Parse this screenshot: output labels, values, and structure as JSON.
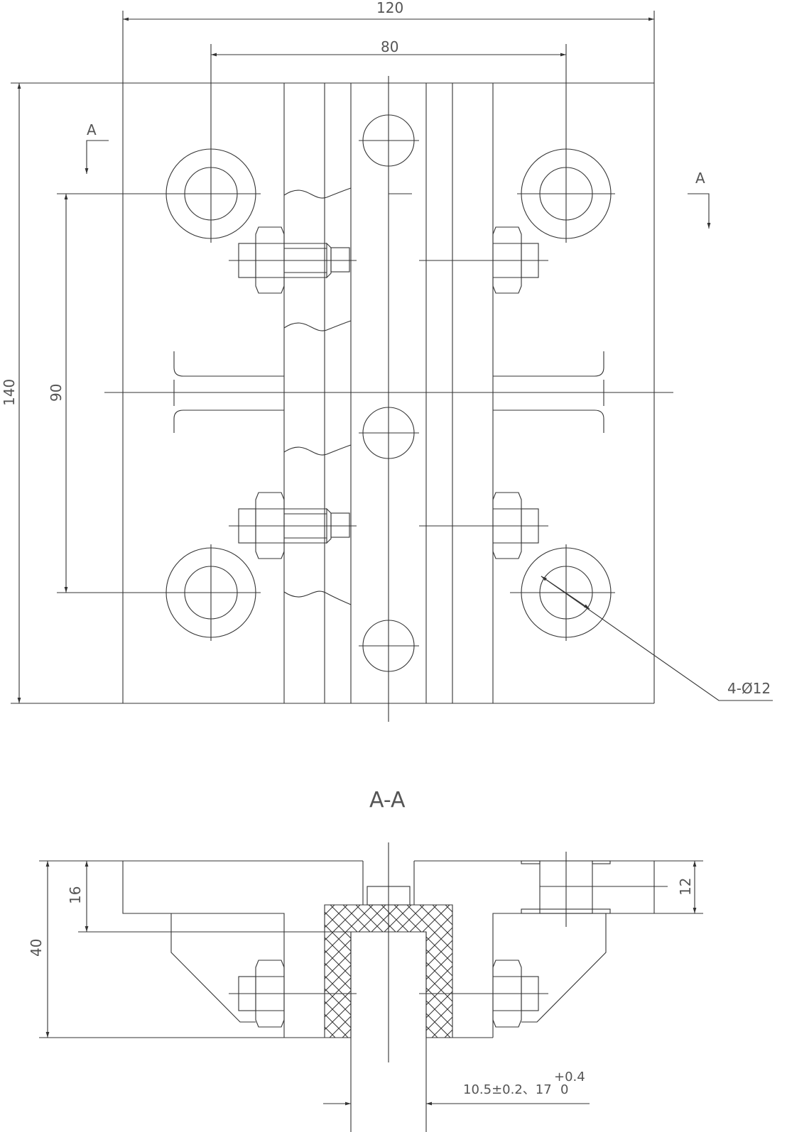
{
  "title": "Hinge bracket drawing with section A-A",
  "dimensions": {
    "width_overall": "120",
    "hole_spacing_x": "80",
    "height_overall": "140",
    "hole_spacing_y": "90",
    "holes_callout": "4-Ø12",
    "section_depth": "40",
    "section_step": "16",
    "section_plate": "12",
    "slot_width": "10.5±0.2、17",
    "tol_upper": "+0.4",
    "tol_lower": "0"
  },
  "section": {
    "marker_left": "A",
    "marker_right": "A",
    "title": "A-A"
  }
}
